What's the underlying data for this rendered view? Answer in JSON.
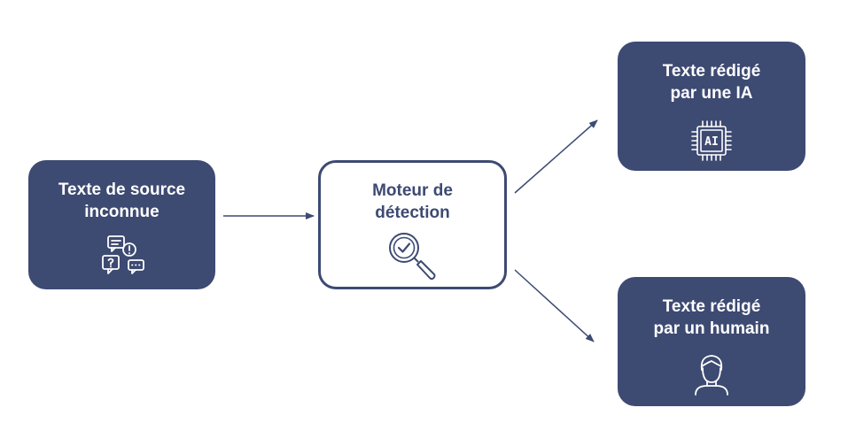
{
  "nodes": {
    "source": {
      "label": "Texte de source\ninconnue",
      "icon": "chat-bubbles-question-icon"
    },
    "engine": {
      "label": "Moteur de\ndétection",
      "icon": "magnifier-check-icon"
    },
    "ai": {
      "label": "Texte rédigé\npar une IA",
      "icon": "ai-chip-icon",
      "chip_text": "AI"
    },
    "human": {
      "label": "Texte rédigé\npar un humain",
      "icon": "person-icon"
    }
  },
  "edges": [
    {
      "from": "source",
      "to": "engine"
    },
    {
      "from": "engine",
      "to": "ai"
    },
    {
      "from": "engine",
      "to": "human"
    }
  ],
  "colors": {
    "primary": "#3d4a72",
    "background": "#ffffff"
  }
}
